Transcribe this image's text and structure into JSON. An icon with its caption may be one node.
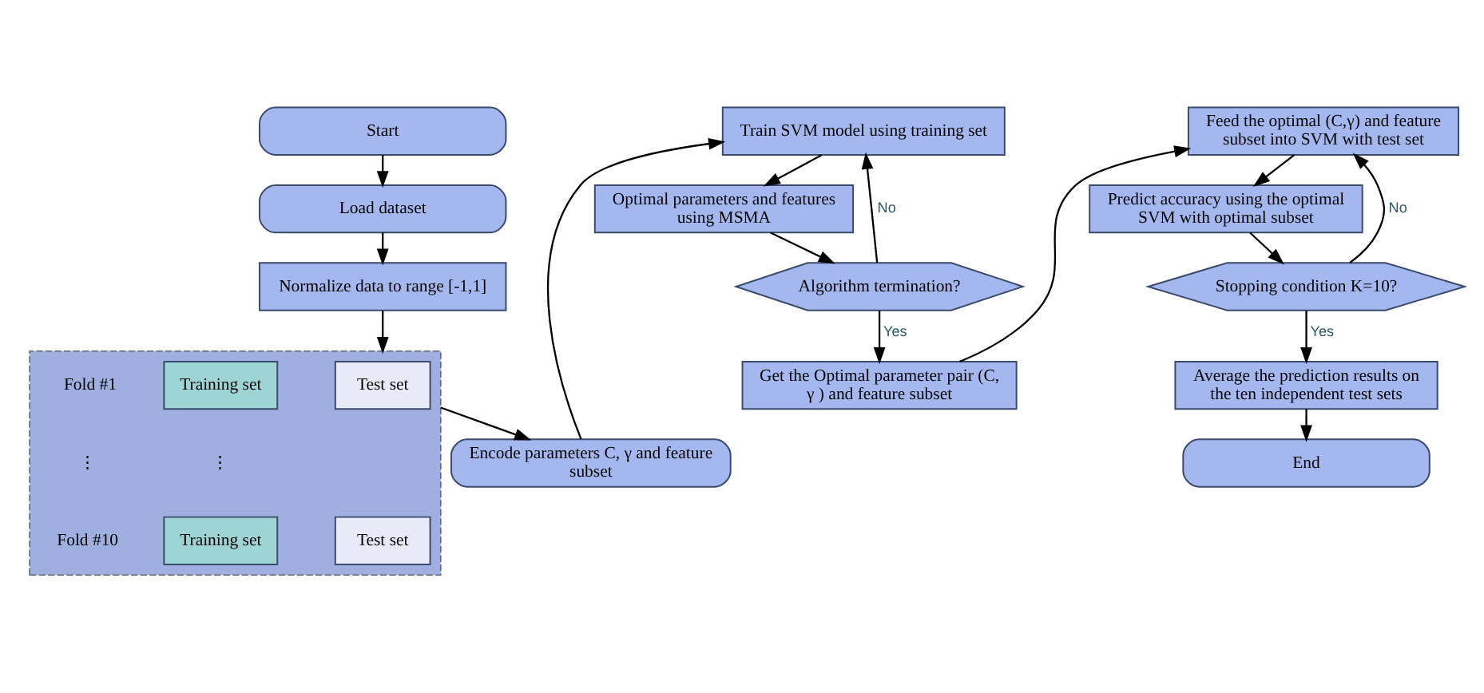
{
  "diagram": {
    "nodes": [
      {
        "text": [
          "Start"
        ]
      },
      {
        "text": [
          "Load dataset"
        ]
      },
      {
        "text": [
          "Normalize data to range [-1,1]"
        ]
      },
      {
        "text": [],
        "shape": "box"
      },
      {
        "text": [
          "Test set"
        ],
        "in": 3
      },
      {
        "text": [
          "Training set"
        ],
        "in": 3
      },
      {
        "text": [
          "Test set"
        ],
        "in": 3
      },
      {
        "text": [
          "Training set"
        ],
        "in": 3
      },
      {
        "text": [
          "Encode parameters C, γ and feature subset"
        ]
      },
      {
        "text": [
          "Train SVM model using training set"
        ]
      },
      {
        "text": [
          "Optimal parameters and features using MSMA"
        ]
      },
      {
        "text": [
          "Algorithm termination?"
        ]
      },
      {
        "text": [
          "Get the Optimal parameter pair (C, γ ) and feature subset"
        ]
      },
      {
        "text": [
          "Feed the optimal (C,γ) and feature subset into SVM with test set"
        ]
      },
      {
        "text": [
          "Predict accuracy using the optimal SVM with optimal subset"
        ]
      },
      {
        "text": [
          "Stopping condition K=10?"
        ]
      },
      {
        "text": [
          "Average the prediction results on the ten independent test sets"
        ]
      },
      {
        "text": [
          "End"
        ]
      }
    ],
    "edges": [
      {
        "from": 0,
        "to": 1,
        "arrow": "to"
      },
      {
        "from": 1,
        "to": 2,
        "arrow": "to"
      },
      {
        "from": 2,
        "to": 3,
        "arrow": "to"
      },
      {
        "from": 3,
        "to": 8,
        "arrow": "to"
      },
      {
        "from": 8,
        "to": 9,
        "arrow": "to"
      },
      {
        "from": 9,
        "to": 10,
        "arrow": "to"
      },
      {
        "from": 10,
        "to": 11,
        "arrow": "to"
      },
      {
        "from": 11,
        "to": 9,
        "label": "No",
        "arrow": "to"
      },
      {
        "from": 11,
        "to": 12,
        "label": "Yes",
        "arrow": "to"
      },
      {
        "from": 12,
        "to": 13,
        "arrow": "to"
      },
      {
        "from": 13,
        "to": 14,
        "arrow": "to"
      },
      {
        "from": 14,
        "to": 15,
        "arrow": "to"
      },
      {
        "from": 15,
        "to": 13,
        "label": "No",
        "arrow": "to"
      },
      {
        "from": 15,
        "to": 16,
        "label": "Yes",
        "arrow": "to"
      },
      {
        "from": 16,
        "to": 17,
        "arrow": "to"
      }
    ],
    "labels": [
      "Fold #1",
      "⋮",
      "⋮",
      "Fold #10"
    ]
  }
}
